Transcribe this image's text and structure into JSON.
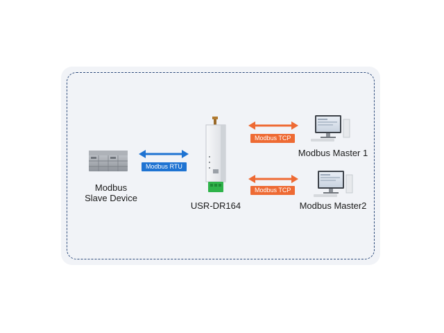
{
  "nodes": {
    "slave_device": {
      "label_line1": "Modbus",
      "label_line2": "Slave Device"
    },
    "gateway": {
      "label": "USR-DR164"
    },
    "master1": {
      "label": "Modbus Master 1"
    },
    "master2": {
      "label": "Modbus Master2"
    }
  },
  "links": {
    "rtu": {
      "label": "Modbus RTU",
      "color": "#1e73d2"
    },
    "tcp1": {
      "label": "Modbus TCP",
      "color": "#ee6a33"
    },
    "tcp2": {
      "label": "Modbus TCP",
      "color": "#ee6a33"
    }
  },
  "icons": {
    "slave": "plc-module-icon",
    "gateway": "din-rail-gateway-icon",
    "master": "desktop-computer-icon"
  }
}
